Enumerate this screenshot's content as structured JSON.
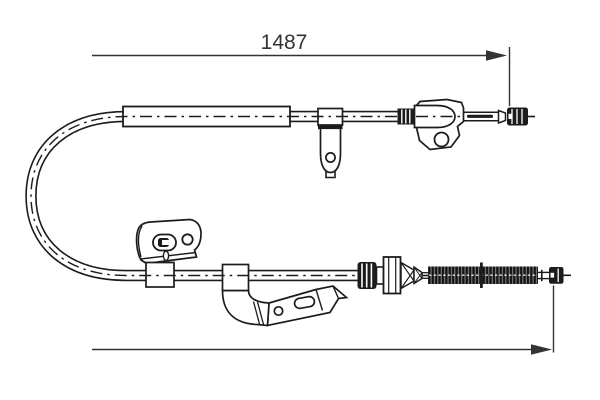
{
  "meta": {
    "colors": {
      "bg-color": "#ffffff",
      "line-color": "#1c1c1c",
      "dim-color": "#333333"
    }
  },
  "drawing": {
    "type": "technical-parts-diagram",
    "subject": "parking brake cable side view",
    "dimension_top": {
      "label": "1487"
    },
    "dimension_bottom": {
      "label": ""
    },
    "components": [
      {
        "name": "outer-sleeve"
      },
      {
        "name": "cable-conduit-c-curve"
      },
      {
        "name": "hanger-clamp-with-hole"
      },
      {
        "name": "threaded-end"
      },
      {
        "name": "mounting-bracket-with-hole"
      },
      {
        "name": "cable-end-nipple-top"
      },
      {
        "name": "stamped-bracket-with-slot"
      },
      {
        "name": "guide-bracket-strap"
      },
      {
        "name": "cable-adjuster"
      },
      {
        "name": "coil-spring-with-pin"
      },
      {
        "name": "cable-end-nipple-bottom"
      }
    ]
  }
}
